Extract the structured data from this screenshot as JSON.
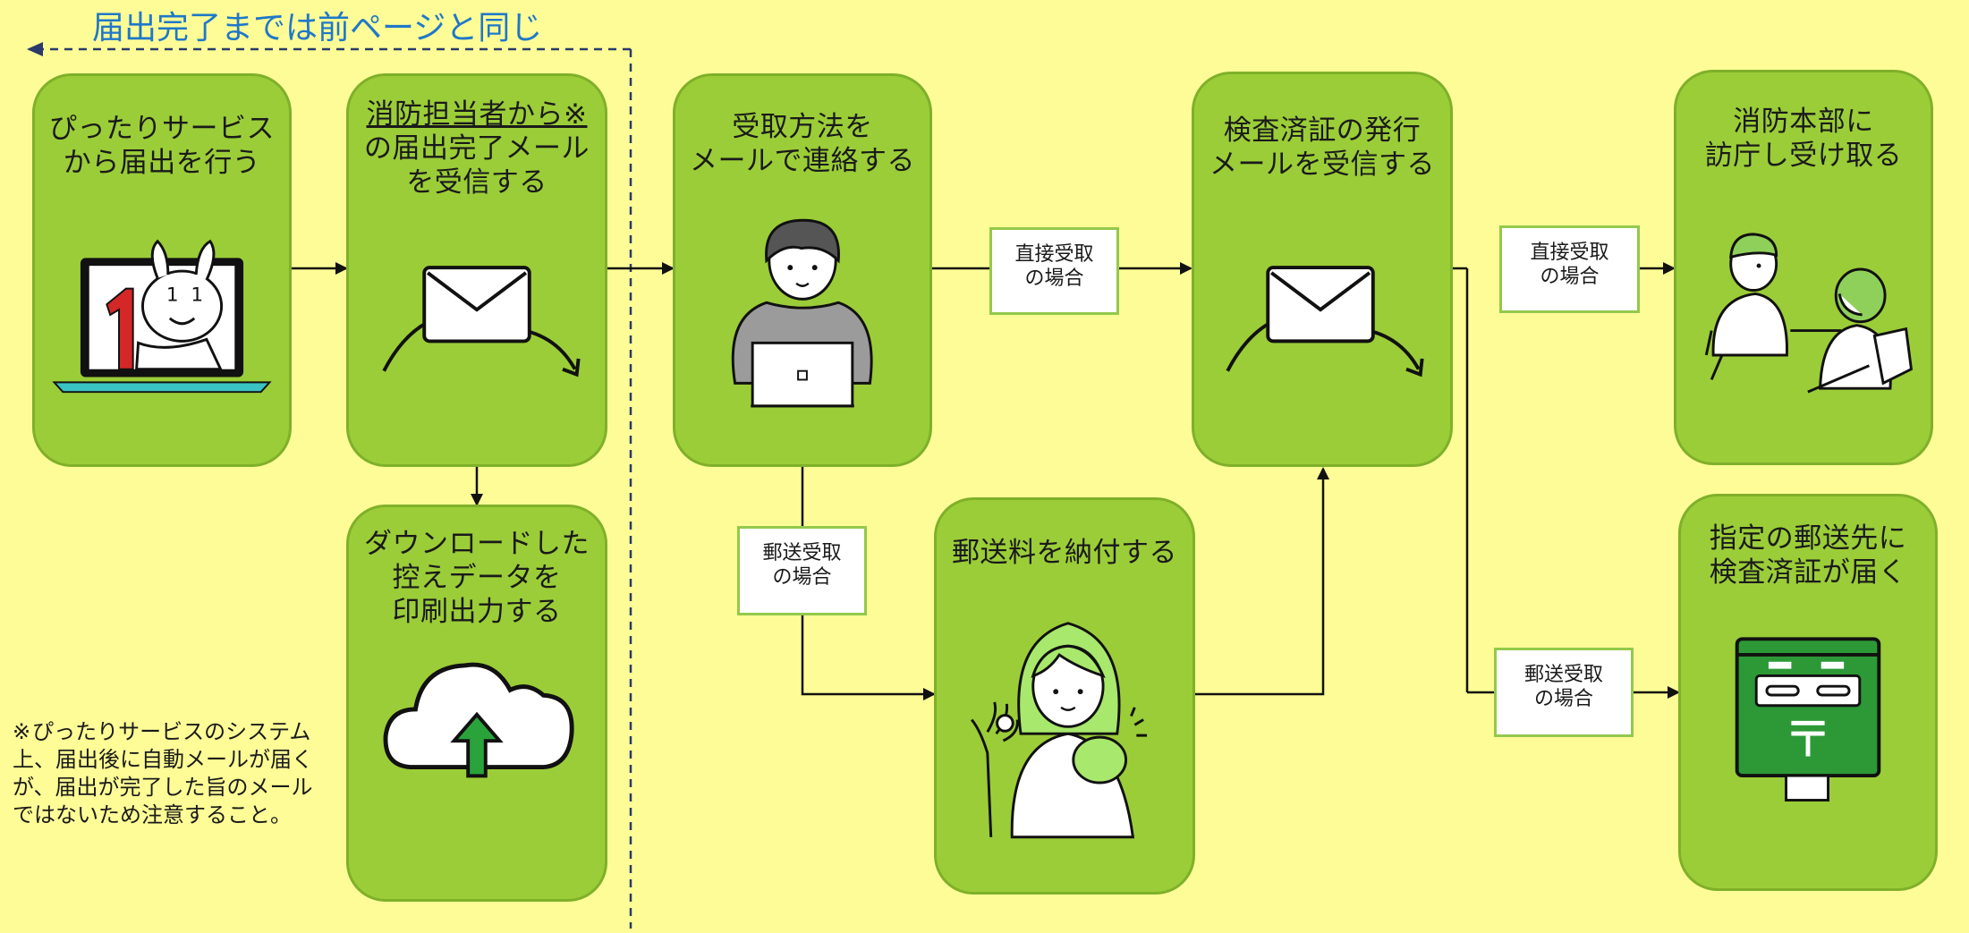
{
  "header_note": "届出完了までは前ページと同じ",
  "steps": [
    {
      "id": "step-pittari",
      "title": "ぴったりサービス\nから届出を行う"
    },
    {
      "id": "step-receive-completion",
      "title_underlined": "消防担当者から※",
      "title": "の届出完了メール\nを受信する"
    },
    {
      "id": "step-download",
      "title": "ダウンロードした\n控えデータを\n印刷出力する"
    },
    {
      "id": "step-notify-method",
      "title": "受取方法を\nメールで連絡する"
    },
    {
      "id": "step-pay-postage",
      "title": "郵送料を納付する"
    },
    {
      "id": "step-receive-certificate-mail",
      "title": "検査済証の発行\nメールを受信する"
    },
    {
      "id": "step-visit-hq",
      "title": "消防本部に\n訪庁し受け取る"
    },
    {
      "id": "step-delivered",
      "title": "指定の郵送先に\n検査済証が届く"
    }
  ],
  "branch_labels": {
    "direct_1": "直接受取\nの場合",
    "postal_1": "郵送受取\nの場合",
    "direct_2": "直接受取\nの場合",
    "postal_2": "郵送受取\nの場合"
  },
  "footnote": {
    "mark": "※",
    "text": "ぴったりサービスのシステム上、届出後に自動メールが届くが、届出が完了した旨のメールではないため注意すること。"
  },
  "colors": {
    "background": "#fefc96",
    "card_fill": "#9bcd38",
    "card_border": "#7fb02a",
    "label_border": "#93c94c",
    "header_note_text": "#1f78c8",
    "arrow": "#111111",
    "dashed_line": "#2a3a6a"
  },
  "icons": {
    "step-pittari": "laptop-mascot-icon",
    "step-receive-completion": "envelope-arrow-icon",
    "step-download": "cloud-upload-icon",
    "step-notify-method": "person-laptop-icon",
    "step-pay-postage": "woman-coin-purse-icon",
    "step-receive-certificate-mail": "envelope-arrow-icon",
    "step-visit-hq": "two-people-meeting-icon",
    "step-delivered": "postbox-icon"
  }
}
